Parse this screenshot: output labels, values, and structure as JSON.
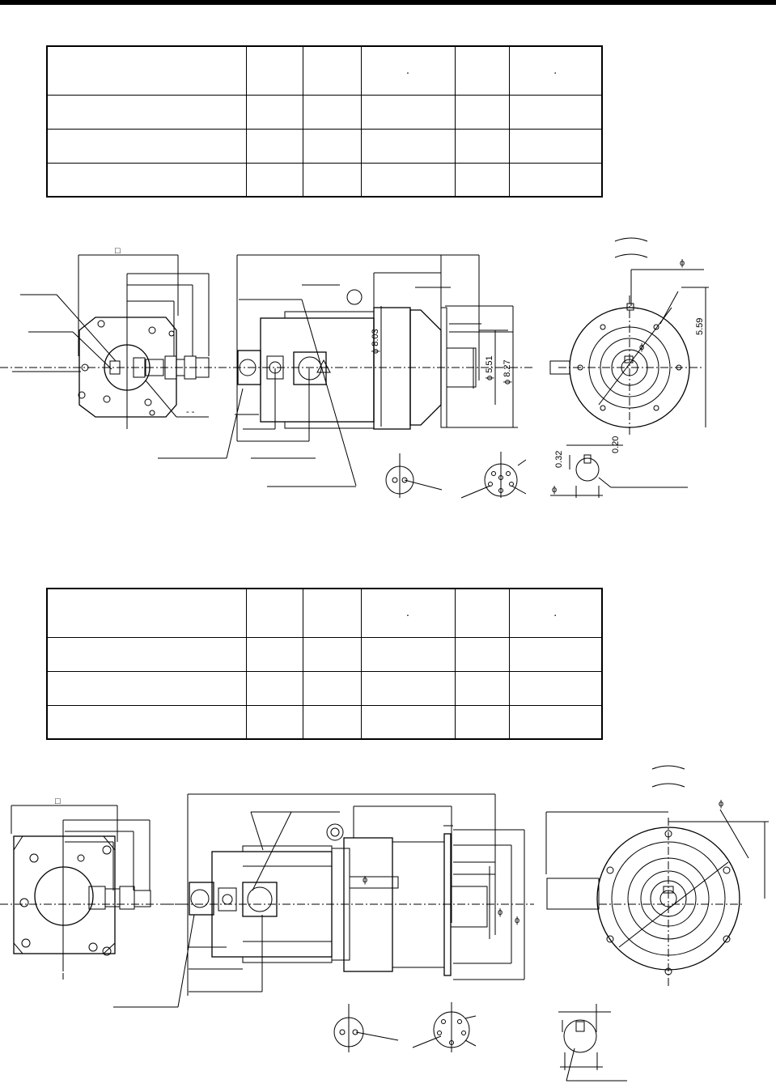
{
  "header": {
    "bar_color": "#000000"
  },
  "tables": {
    "top": {
      "header_dots": [
        ".",
        "."
      ]
    },
    "bottom": {
      "header_dots": [
        ".",
        "."
      ]
    }
  },
  "drawing1": {
    "square_symbol": "□",
    "dim_803": "ϕ 8.03",
    "dim_551": "ϕ 5.51",
    "dim_827": "ϕ 8.27",
    "dim_559": "5.59",
    "dim_032": "0.32",
    "dim_020": "0.20",
    "phi": "ϕ",
    "dash": "- -"
  },
  "drawing2": {
    "square_symbol": "□",
    "phi": "ϕ"
  }
}
